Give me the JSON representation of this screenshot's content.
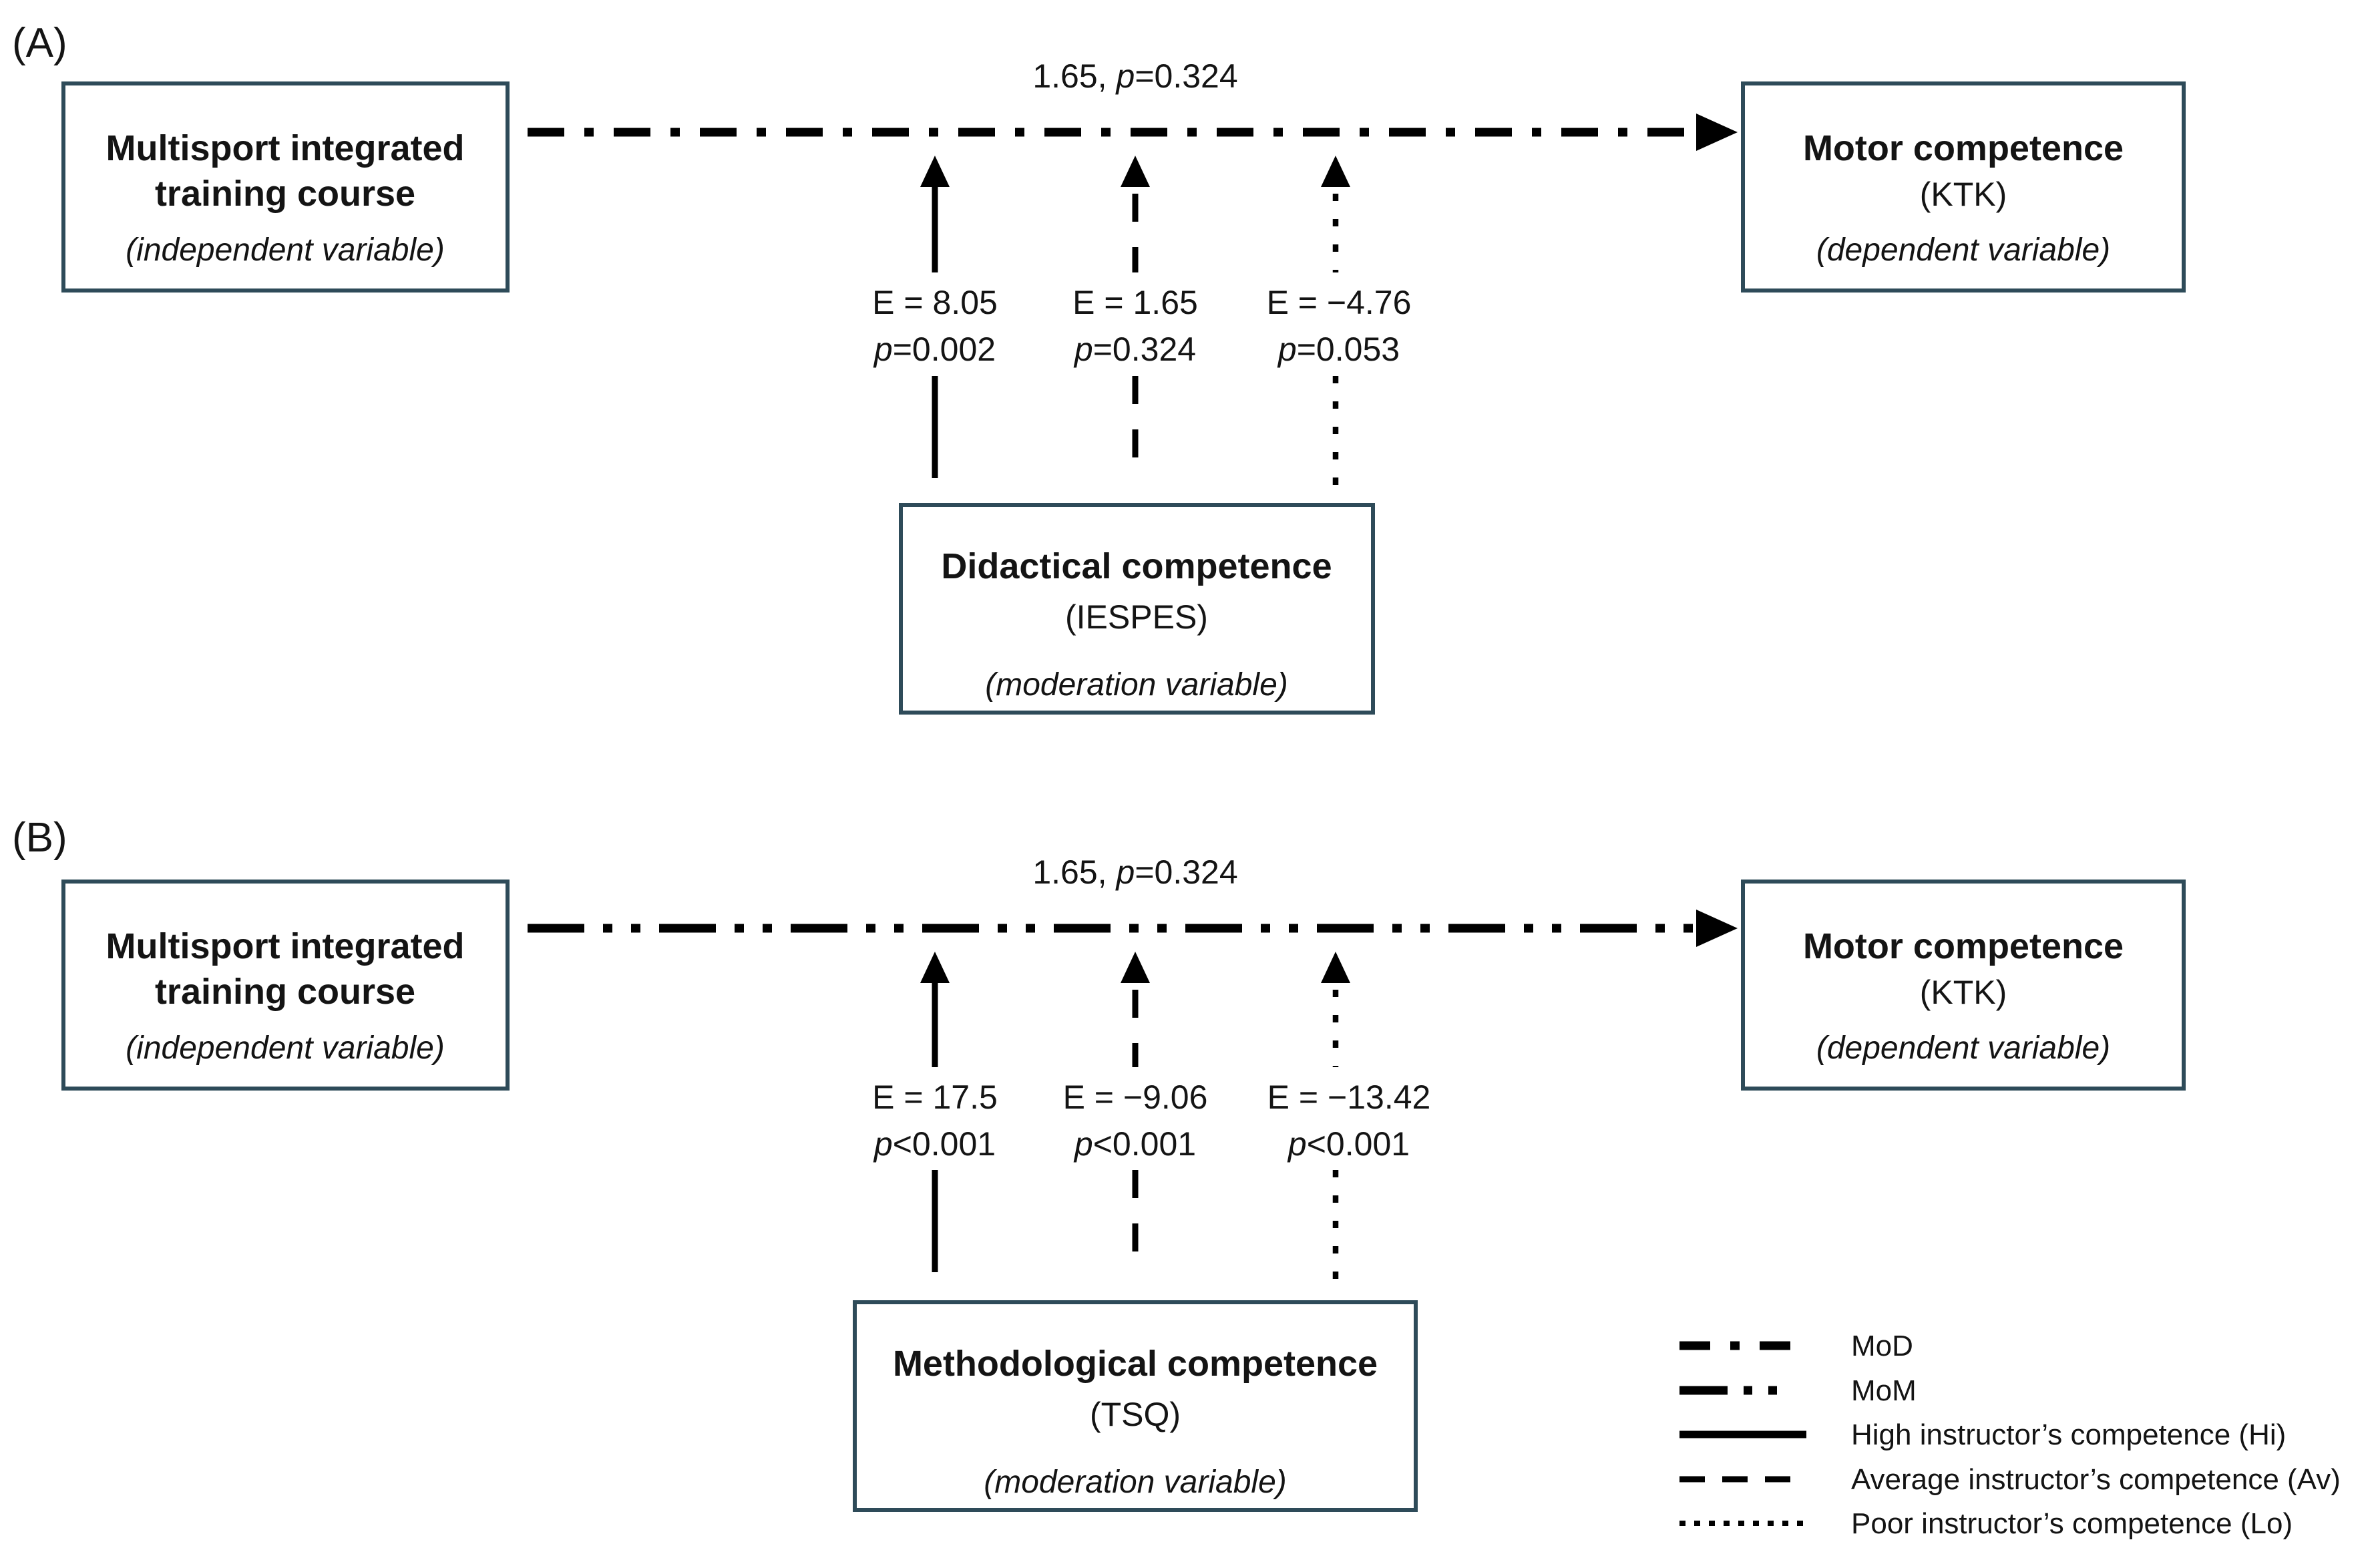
{
  "figure": {
    "colors": {
      "box_border": "#2e4b59",
      "line": "#000000",
      "text": "#141414"
    },
    "panels": [
      {
        "label": "(A)",
        "independent_box": {
          "line1": "Multisport integrated",
          "line2": "training course",
          "role": "(independent variable)"
        },
        "dependent_box": {
          "line1": "Motor competence",
          "line2": "(KTK)",
          "role": "(dependent variable)"
        },
        "moderator_box": {
          "line1": "Didactical competence",
          "line2": "(IESPES)",
          "role": "(moderation variable)"
        },
        "path_label": {
          "value": "1.65,",
          "p": "p",
          "p_value": "=0.324"
        },
        "effects": [
          {
            "line_style": "solid",
            "e_label": "E = 8.05",
            "p": "p",
            "p_value": "=0.002"
          },
          {
            "line_style": "dashed",
            "e_label": "E = 1.65",
            "p": "p",
            "p_value": "=0.324"
          },
          {
            "line_style": "dotted",
            "e_label": "E = −4.76",
            "p": "p",
            "p_value": "=0.053"
          }
        ]
      },
      {
        "label": "(B)",
        "independent_box": {
          "line1": "Multisport integrated",
          "line2": "training course",
          "role": "(independent variable)"
        },
        "dependent_box": {
          "line1": "Motor competence",
          "line2": "(KTK)",
          "role": "(dependent variable)"
        },
        "moderator_box": {
          "line1": "Methodological competence",
          "line2": "(TSQ)",
          "role": "(moderation variable)"
        },
        "path_label": {
          "value": "1.65,",
          "p": "p",
          "p_value": "=0.324"
        },
        "effects": [
          {
            "line_style": "solid",
            "e_label": "E = 17.5",
            "p": "p",
            "p_value": "<0.001"
          },
          {
            "line_style": "dashed",
            "e_label": "E = −9.06",
            "p": "p",
            "p_value": "<0.001"
          },
          {
            "line_style": "dotted",
            "e_label": "E = −13.42",
            "p": "p",
            "p_value": "<0.001"
          }
        ]
      }
    ],
    "legend": [
      {
        "style": "dashdot",
        "label": "MoD"
      },
      {
        "style": "dashdotdot",
        "label": "MoM"
      },
      {
        "style": "solid",
        "label": "High instructor’s competence (Hi)"
      },
      {
        "style": "dashed",
        "label": "Average instructor’s competence (Av)"
      },
      {
        "style": "dotted",
        "label": "Poor instructor’s competence (Lo)"
      }
    ]
  }
}
